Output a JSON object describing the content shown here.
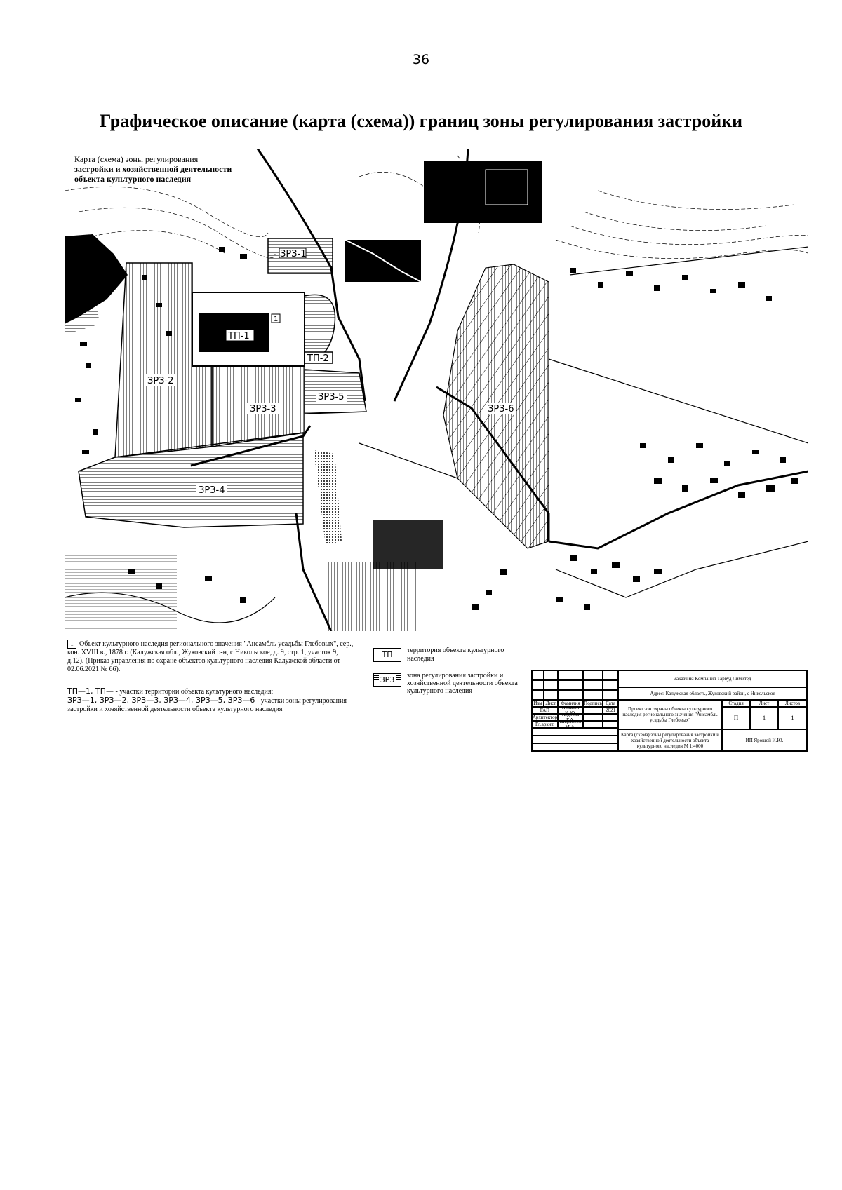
{
  "page_number": "36",
  "title": "Графическое описание (карта (схема)) границ зоны регулирования застройки",
  "map": {
    "caption_line1": "Карта (схема) зоны регулирования",
    "caption_line2": "застройки и хозяйственной деятельности",
    "caption_line3": "объекта культурного наследия",
    "zone_labels": {
      "zrz1": "ЗРЗ-1",
      "zrz2": "ЗРЗ-2",
      "zrz3": "ЗРЗ-3",
      "zrz4": "ЗРЗ-4",
      "zrz5": "ЗРЗ-5",
      "zrz6": "ЗРЗ-6",
      "tp1": "ТП-1",
      "tp2": "ТП-2",
      "obj": "1"
    },
    "colors": {
      "ink": "#000000",
      "paper": "#ffffff",
      "hatch": "#555555"
    }
  },
  "legend": {
    "object_number": "1",
    "object_text": "Объект культурного наследия регионального значения \"Ансамбль усадьбы Глебовых\", сер., кон. XVIII в., 1878 г. (Калужская обл., Жуковский р-н, с Никольское, д. 9, стр. 1, участок 9, д.12). (Приказ управления по охране объектов культурного наследия Калужской области от 02.06.2021 № 66).",
    "tp_box": "ТП",
    "tp_text": "территория объекта культурного наследия",
    "zrz_box": "ЗРЗ",
    "zrz_text": "зона регулирования застройки и хозяйственной деятельности объекта культурного наследия",
    "parts_tp_codes": "ТП—1, ТП—",
    "parts_tp_text": "- участки территории объекта культурного наследия;",
    "parts_zrz_codes": "ЗРЗ—1, ЗРЗ—2, ЗРЗ—3, ЗРЗ—4, ЗРЗ—5, ЗРЗ—6",
    "parts_zrz_text": "- участки зоны регулирования застройки и хозяйственной деятельности объекта культурного наследия"
  },
  "stamp": {
    "customer": "Заказчик: Компания Тарвуд Лимитед",
    "address": "Адрес: Калужская область, Жуковский район, с Никольское",
    "col_headers": [
      "Изм",
      "Лист",
      "Фамилия",
      "Подпись",
      "Дата"
    ],
    "row1": [
      "ГАП",
      "Ярошой И.Ю.",
      "2021"
    ],
    "row2": [
      "Архитектор",
      "Кедрова Г.А."
    ],
    "row3": [
      "Гл.архит.",
      "Шарафеев М.А."
    ],
    "project": "Проект зон охраны объекта культурного наследия регионального значения \"Ансамбль усадьбы Глебовых\"",
    "stage_label": "Стадия",
    "sheet_label": "Лист",
    "sheets_label": "Листов",
    "stage": "П",
    "sheet": "1",
    "sheets": "1",
    "drawing": "Карта (схема) зоны регулирования застройки и хозяйственной деятельности объекта культурного наследия М 1:4000",
    "org": "ИП Ярошой И.Ю."
  }
}
